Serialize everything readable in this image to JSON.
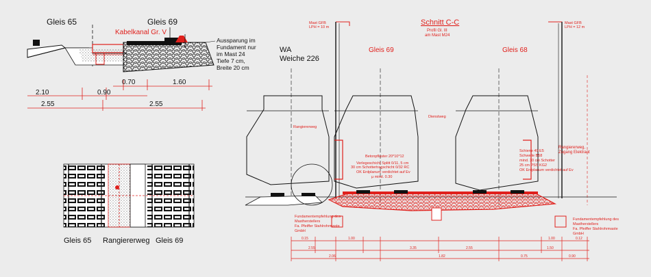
{
  "colors": {
    "background": "#ececec",
    "ink": "#111111",
    "accent": "#e0201c"
  },
  "top_left": {
    "track_left": "Gleis 65",
    "track_right": "Gleis 69",
    "cable_label": "Kabelkanal Gr. V",
    "note_lines": [
      "Aussparung im",
      "Fundament nur",
      "im Mast 24",
      "Tiefe 7 cm,",
      "Breite 20 cm"
    ],
    "dim_row1": [
      "0.70",
      "1.60"
    ],
    "dim_row2": [
      "2.10",
      "0.90"
    ],
    "dim_row3": [
      "2.55",
      "2.55"
    ]
  },
  "plan_view": {
    "label_left": "Gleis 65",
    "label_mid": "Rangiererweg",
    "label_right": "Gleis 69"
  },
  "section": {
    "wa_line1": "WA",
    "wa_line2": "Weiche 226",
    "title": "Schnitt C-C",
    "profile": "Profil Gl. III",
    "profile_sub": "am Mast M24",
    "mast_left_lines": [
      "Mast GFB",
      "LPH = 10 m"
    ],
    "mast_right_lines": [
      "Mast GFB",
      "LPH = 12 m"
    ],
    "track_mid": "Gleis 69",
    "track_right": "Gleis 68",
    "left_path": "Rangiererweg",
    "service_path": "Dienstweg",
    "layer_lines": [
      "Betonpflaster 20*10*12",
      "Verlegeschicht Splitt 0/11, 5 cm",
      "30 cm Schottertragschicht 0/32 RC",
      "OK Erdplanum verdichtet auf Ev",
      "μ mind. 0.30"
    ],
    "right_layer_lines": [
      "Schiene 49 E5",
      "Schwelle B58",
      "mind. 30 cm Schotter",
      "25 cm PSS KG2",
      "OK Erdplanum verdichtet auf Ev"
    ],
    "right_path_lines": [
      "Rangiererweg,",
      "Zugang Elektrant"
    ],
    "foundation_left_lines": [
      "Fundamentempfehlung des",
      "Mastherstellers",
      "Fa. Pfeiffer Stahlrohrmaste",
      "GmbH"
    ],
    "foundation_right_lines": [
      "Fundamentempfehlung des",
      "Mastherstellers",
      "Fa. Pfeiffer Stahlrohrmaste",
      "GmbH"
    ],
    "small_dims": [
      "0.15",
      "1.00",
      "0.12",
      "1.00",
      "2.55",
      "3.35",
      "2.55",
      "1.50",
      "2.06",
      "1.82",
      "0.75",
      "0.90"
    ]
  }
}
